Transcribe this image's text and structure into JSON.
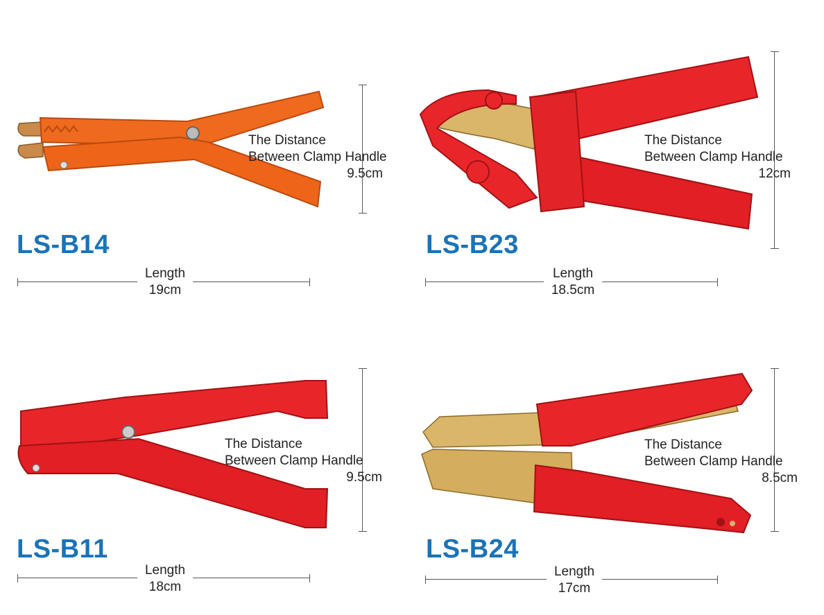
{
  "products": [
    {
      "model": "LS-B14",
      "distance_label_line1": "The Distance",
      "distance_label_line2": "Between Clamp Handle",
      "distance_value": "9.5cm",
      "length_label": "Length",
      "length_value": "19cm",
      "color": "#ef6a1e"
    },
    {
      "model": "LS-B23",
      "distance_label_line1": "The Distance",
      "distance_label_line2": "Between Clamp Handle",
      "distance_value": "12cm",
      "length_label": "Length",
      "length_value": "18.5cm",
      "color": "#e8262a"
    },
    {
      "model": "LS-B11",
      "distance_label_line1": "The Distance",
      "distance_label_line2": "Between Clamp Handle",
      "distance_value": "9.5cm",
      "length_label": "Length",
      "length_value": "18cm",
      "color": "#e8262a"
    },
    {
      "model": "LS-B24",
      "distance_label_line1": "The Distance",
      "distance_label_line2": "Between Clamp Handle",
      "distance_value": "8.5cm",
      "length_label": "Length",
      "length_value": "17cm",
      "color": "#e8262a"
    }
  ],
  "colors": {
    "model_text": "#1a73b8",
    "copper": "#c98a4a",
    "brass": "#d9b66a"
  }
}
